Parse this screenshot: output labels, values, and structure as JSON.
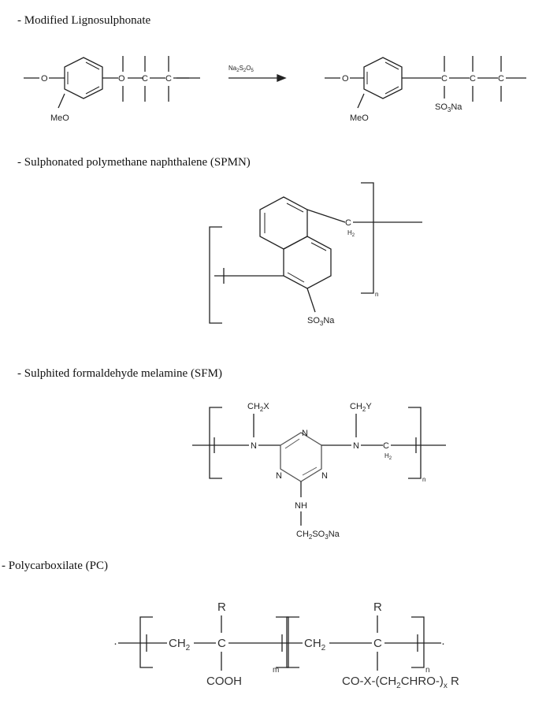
{
  "sections": [
    {
      "title": "- Modified Lignosulphonate",
      "reagent": {
        "main": "Na",
        "sub1": "2",
        "mid": "S",
        "sub2": "2",
        "mid2": "O",
        "sub3": "5"
      },
      "labels": {
        "o": "O",
        "meo": "MeO",
        "c": "C",
        "so3na_a": "SO",
        "so3na_sub": "3",
        "so3na_b": "Na"
      }
    },
    {
      "title": "- Sulphonated polymethane naphthalene (SPMN)",
      "labels": {
        "c": "C",
        "h2_a": "H",
        "h2_sub": "2",
        "n": "n",
        "so3na_a": "SO",
        "so3na_sub": "3",
        "so3na_b": "Na"
      }
    },
    {
      "title": "- Sulphited formaldehyde melamine (SFM)",
      "labels": {
        "ch2x_a": "CH",
        "ch2x_sub": "2",
        "ch2x_b": "X",
        "ch2y_a": "CH",
        "ch2y_sub": "2",
        "ch2y_b": "Y",
        "n": "N",
        "c": "C",
        "h2_a": "H",
        "h2_sub": "2",
        "nh": "NH",
        "ch2so3na_a": "CH",
        "ch2so3na_sub": "2",
        "ch2so3na_b": "SO",
        "ch2so3na_sub2": "3",
        "ch2so3na_c": "Na",
        "repeat": "n"
      }
    },
    {
      "title": "- Polycarboxilate (PC)",
      "labels": {
        "r": "R",
        "ch2_a": "CH",
        "ch2_sub": "2",
        "c": "C",
        "cooh": "COOH",
        "m": "m",
        "n": "n",
        "side_a": "CO-X-(CH",
        "side_sub1": "2",
        "side_b": "CHRO-)",
        "side_sub2": "x",
        "side_c": " R"
      }
    }
  ]
}
